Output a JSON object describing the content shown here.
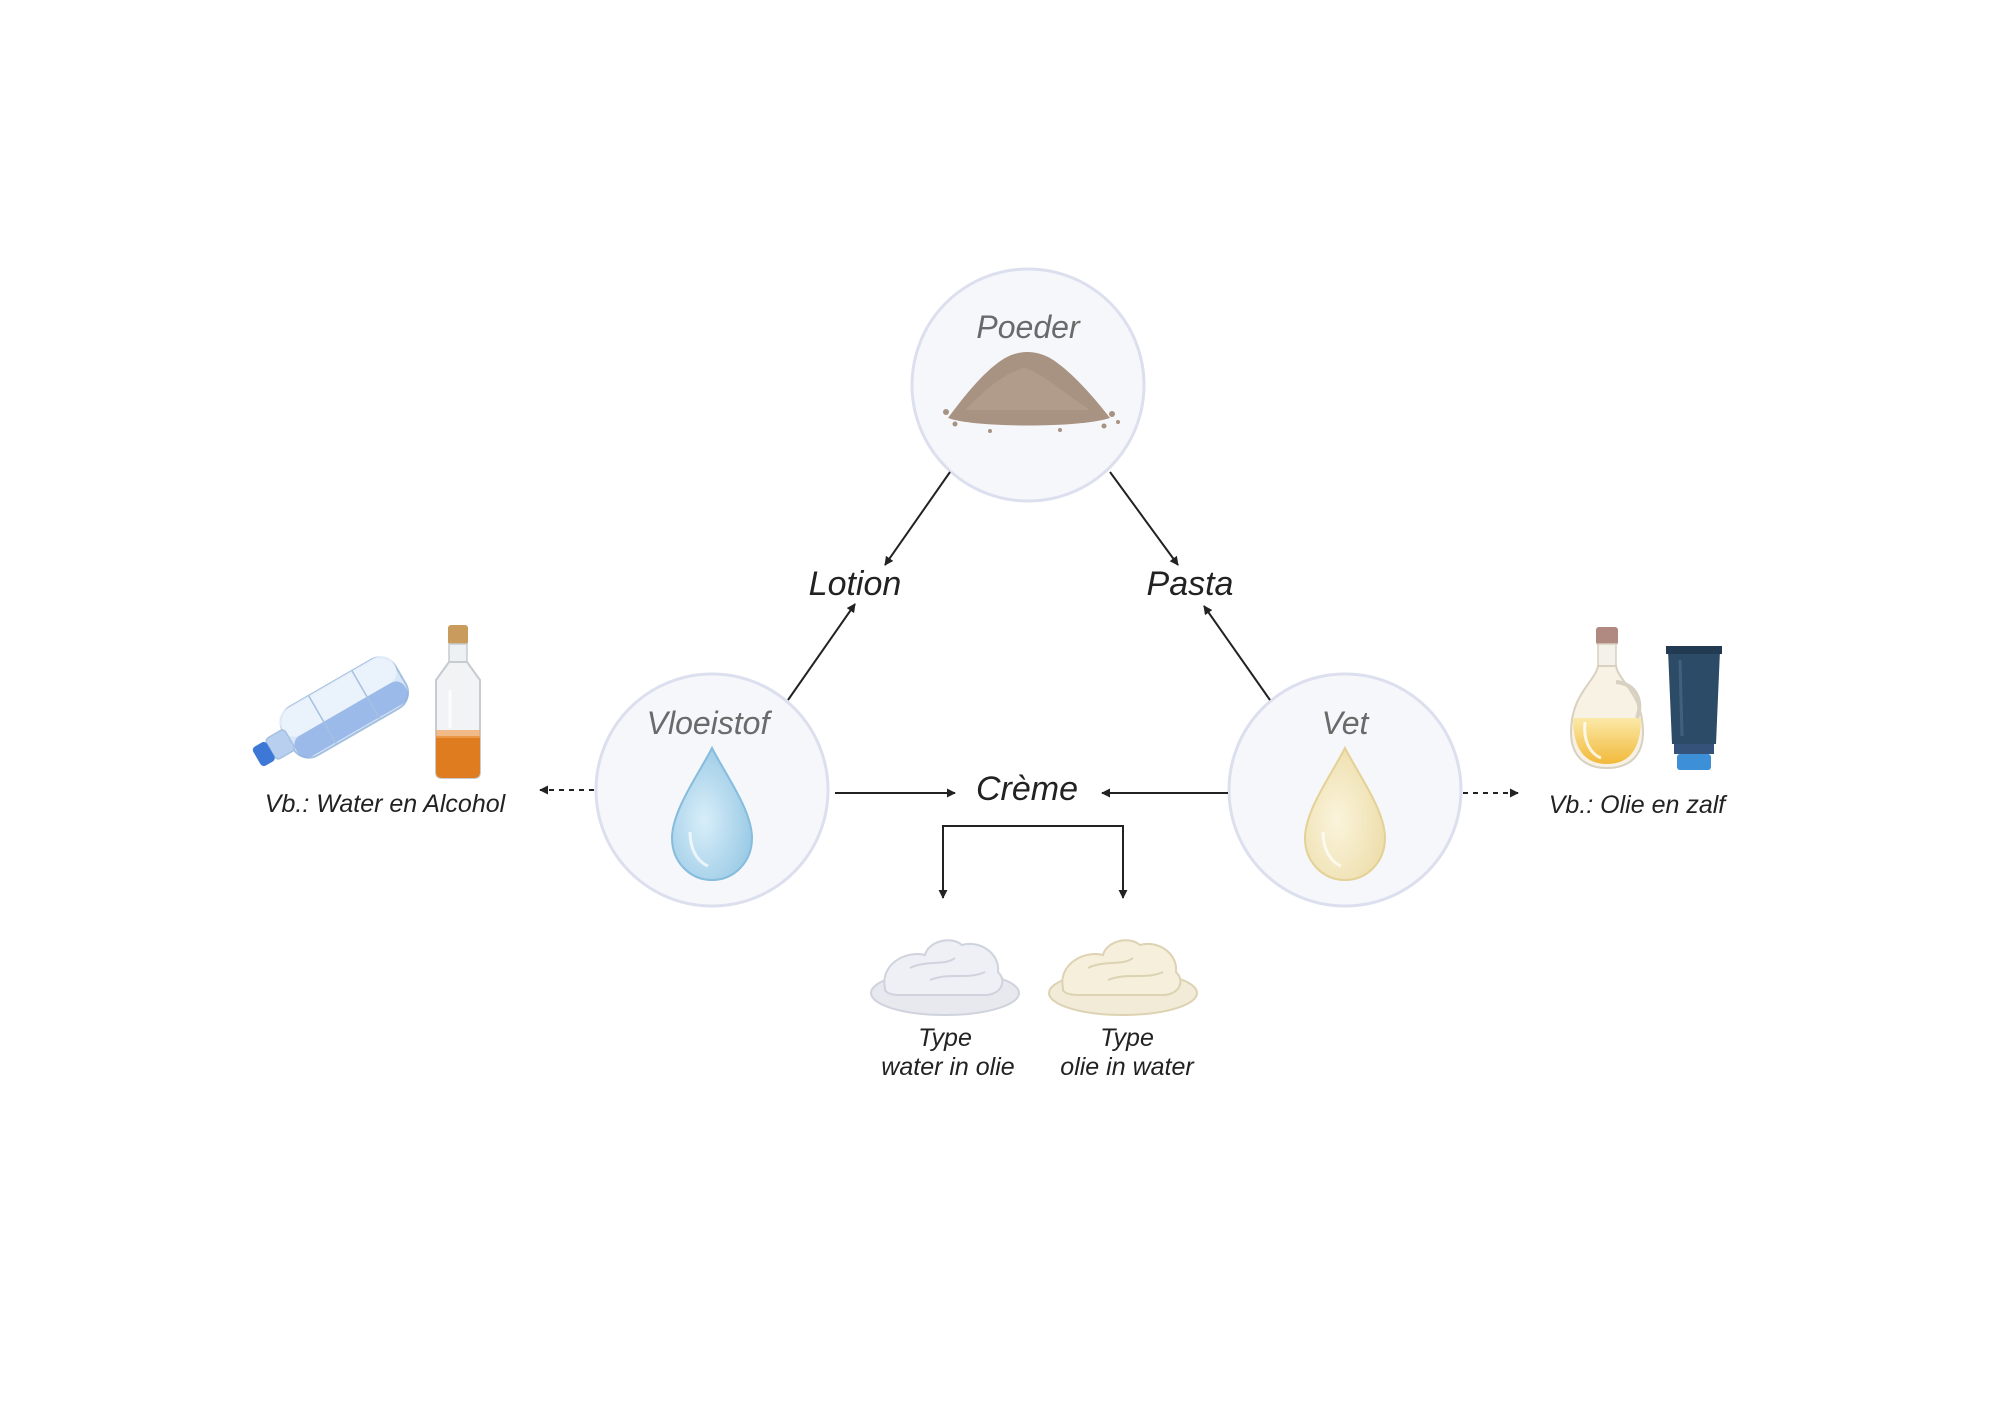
{
  "nodes": {
    "poeder": {
      "label": "Poeder"
    },
    "vloeistof": {
      "label": "Vloeistof"
    },
    "vet": {
      "label": "Vet"
    }
  },
  "products": {
    "lotion": "Lotion",
    "pasta": "Pasta",
    "creme": "Crème"
  },
  "examples": {
    "left": "Vb.: Water en Alcohol",
    "right": "Vb.: Olie en zalf"
  },
  "creme_types": {
    "water_in_olie": {
      "line1": "Type",
      "line2": "water in olie"
    },
    "olie_in_water": {
      "line1": "Type",
      "line2": "olie in water"
    }
  },
  "colors": {
    "node_fill": "#f6f7fb",
    "node_stroke": "#dcdfee",
    "water_drop": "#a9d4ec",
    "oil_drop": "#f3e6bd",
    "powder": "#a89282",
    "arrow": "#222222"
  },
  "icons": {
    "poeder": "powder-pile-icon",
    "vloeistof": "water-drop-icon",
    "vet": "oil-drop-icon",
    "left_example": "water-and-alcohol-bottles-icon",
    "right_example": "oil-jar-and-ointment-tube-icon",
    "creme_wo": "white-cream-icon",
    "creme_ow": "beige-cream-icon"
  }
}
